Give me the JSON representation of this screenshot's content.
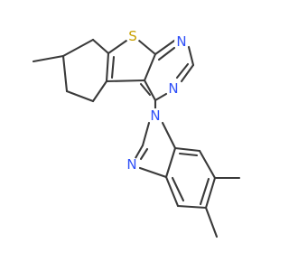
{
  "colors": {
    "background": "#ffffff",
    "bond": "#3a3a3a",
    "nitrogen": "#3050f8",
    "sulfur": "#c8a000"
  },
  "atoms": {
    "sulfur_thiophene": "S",
    "nitrogen_pyrimidine_1": "N",
    "nitrogen_pyrimidine_3": "N",
    "nitrogen_imidazole_1": "N",
    "nitrogen_imidazole_3": "N"
  }
}
